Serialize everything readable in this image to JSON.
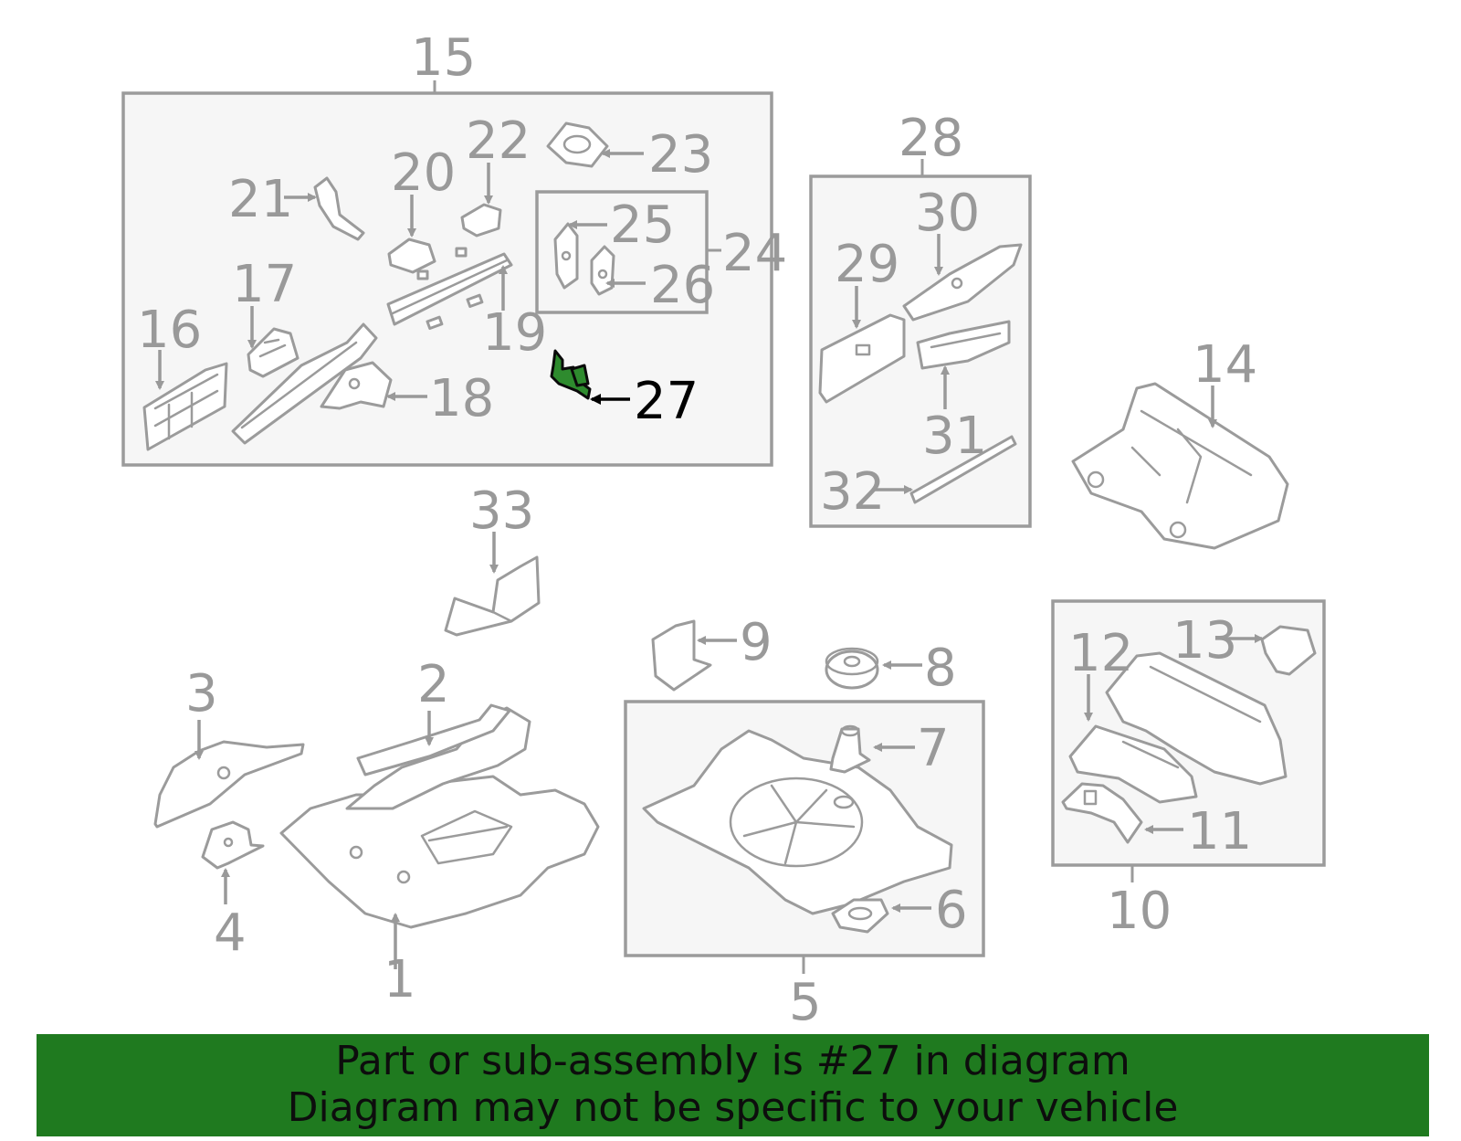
{
  "callouts": {
    "c1": "1",
    "c2": "2",
    "c3": "3",
    "c4": "4",
    "c5": "5",
    "c6": "6",
    "c7": "7",
    "c8": "8",
    "c9": "9",
    "c10": "10",
    "c11": "11",
    "c12": "12",
    "c13": "13",
    "c14": "14",
    "c15": "15",
    "c16": "16",
    "c17": "17",
    "c18": "18",
    "c19": "19",
    "c20": "20",
    "c21": "21",
    "c22": "22",
    "c23": "23",
    "c24": "24",
    "c25": "25",
    "c26": "26",
    "c27": "27",
    "c28": "28",
    "c29": "29",
    "c30": "30",
    "c31": "31",
    "c32": "32",
    "c33": "33"
  },
  "highlight": {
    "part_number": "27",
    "color": "#2e8b2e"
  },
  "banner": {
    "line1": "Part or sub-assembly is #27 in diagram",
    "line2": "Diagram may not be specific to your vehicle",
    "background": "#1f7a1f"
  }
}
